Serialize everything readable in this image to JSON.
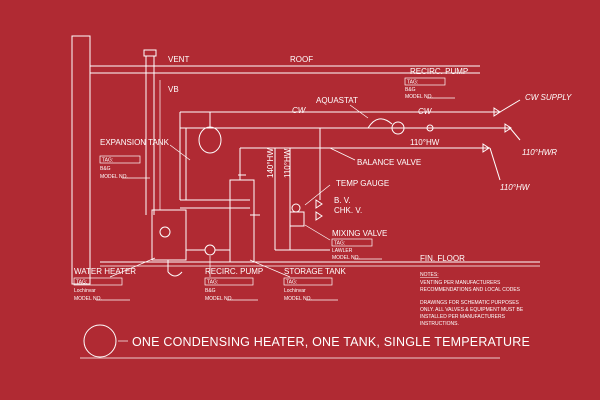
{
  "labels": {
    "vent": "VENT",
    "roof": "ROOF",
    "vb": "VB",
    "recirc_pump_top": "RECIRC. PUMP",
    "aquastat": "AQUASTAT",
    "cw_supply": "CW SUPPLY",
    "cw_a": "CW",
    "cw_b": "CW",
    "hw_110_horizontal": "110°HW",
    "hwr_110": "110°HWR",
    "hw_110_right": "110°HW",
    "hw_140_vertical": "140°HW",
    "hw_110_vertical": "110°HW",
    "balance_valve": "BALANCE VALVE",
    "expansion_tank": "EXPANSION TANK",
    "temp_gauge": "TEMP GAUGE",
    "bv": "B. V.",
    "chkv": "CHK. V.",
    "mixing_valve": "MIXING VALVE",
    "water_heater": "WATER HEATER",
    "recirc_pump_bottom": "RECIRC. PUMP",
    "storage_tank": "STORAGE TANK",
    "fin_floor": "FIN. FLOOR"
  },
  "tag_blocks": {
    "expansion_tank": {
      "tag": "TAG:",
      "maker": "B&G",
      "model": "MODEL NO."
    },
    "recirc_pump_top": {
      "tag": "TAG:",
      "maker": "B&G",
      "model": "MODEL NO."
    },
    "mixing_valve": {
      "tag": "TAG:",
      "maker": "LAWLER",
      "model": "MODEL NO."
    },
    "water_heater": {
      "tag": "TAG:",
      "maker": "Lochinvar",
      "model": "MODEL NO."
    },
    "recirc_pump_bottom": {
      "tag": "TAG:",
      "maker": "B&G",
      "model": "MODEL NO."
    },
    "storage_tank": {
      "tag": "TAG:",
      "maker": "Lochinvar",
      "model": "MODEL NO."
    }
  },
  "notes": {
    "heading": "NOTES:",
    "lines": [
      "VENTING PER MANUFACTURERS",
      "RECOMMENDATIONS AND LOCAL CODES",
      "",
      "DRAWINGS FOR SCHEMATIC PURPOSES",
      "ONLY. ALL VALVES & EQUIPMENT MUST BE",
      "INSTALLED PER MANUFACTURERS",
      "INSTRUCTIONS."
    ]
  },
  "title": "ONE CONDENSING HEATER, ONE TANK, SINGLE TEMPERATURE",
  "colors": {
    "background": "#b02a33",
    "lines": "#ffffff"
  }
}
